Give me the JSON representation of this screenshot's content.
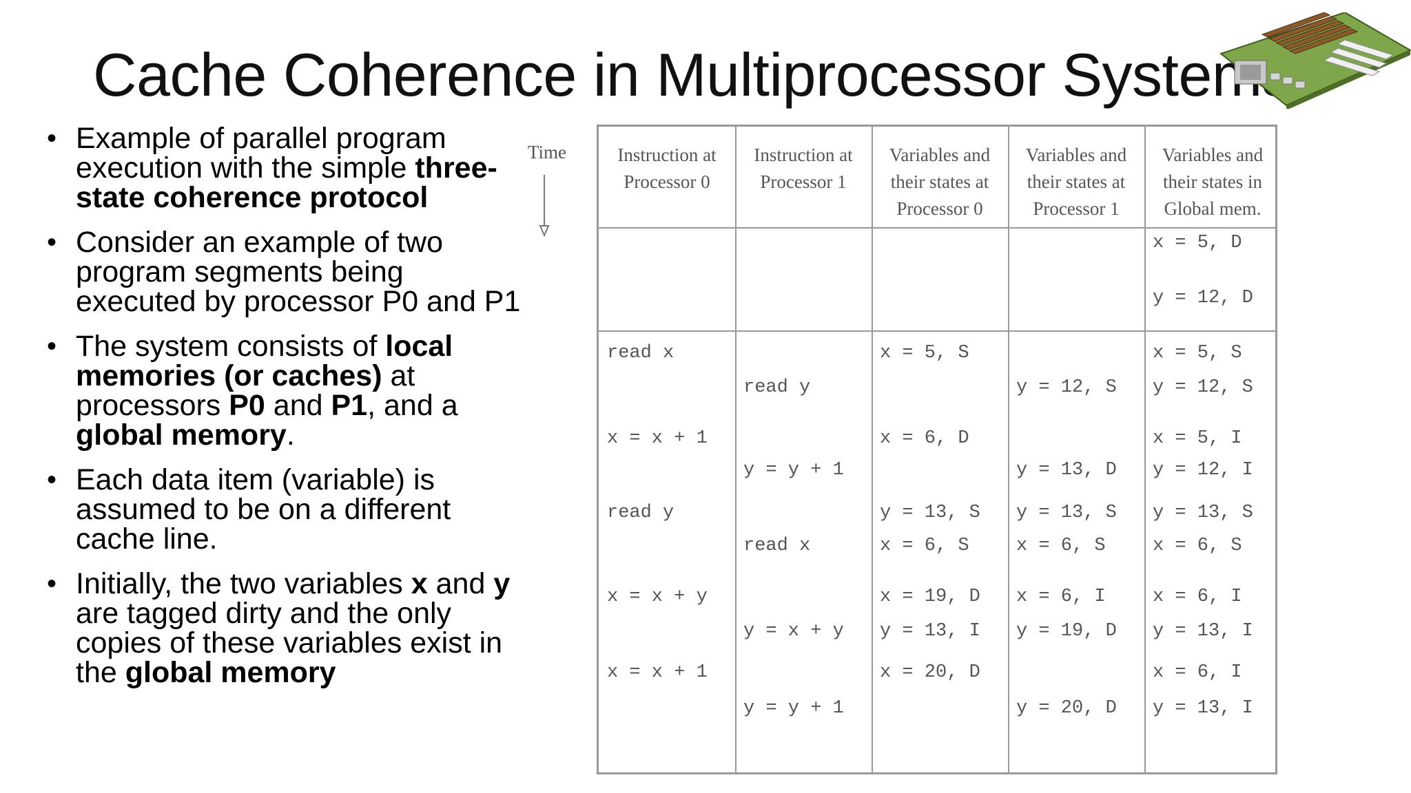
{
  "slide": {
    "title": "Cache Coherence in Multiprocessor Systems"
  },
  "bullets": [
    [
      {
        "t": "Example of parallel program execution with the simple "
      },
      {
        "t": "three-state coherence protocol",
        "b": true
      }
    ],
    [
      {
        "t": "Consider an example of two program segments being executed by processor P0 and P1"
      }
    ],
    [
      {
        "t": "The system consists of "
      },
      {
        "t": "local memories (or caches)",
        "b": true
      },
      {
        "t": " at processors "
      },
      {
        "t": "P0",
        "b": true
      },
      {
        "t": " and "
      },
      {
        "t": "P1",
        "b": true
      },
      {
        "t": ", and a "
      },
      {
        "t": "global memory",
        "b": true
      },
      {
        "t": "."
      }
    ],
    [
      {
        "t": "Each data item (variable) is assumed to be on a different cache line."
      }
    ],
    [
      {
        "t": "Initially, the two variables "
      },
      {
        "t": "x",
        "b": true
      },
      {
        "t": " and "
      },
      {
        "t": "y",
        "b": true
      },
      {
        "t": " are tagged dirty and the only copies of these variables exist in the "
      },
      {
        "t": "global memory",
        "b": true
      }
    ]
  ],
  "figure": {
    "time_label": "Time",
    "headers": [
      [
        "Instruction at",
        "Processor 0"
      ],
      [
        "Instruction at",
        "Processor 1"
      ],
      [
        "Variables and",
        "their states at",
        "Processor 0"
      ],
      [
        "Variables and",
        "their states at",
        "Processor 1"
      ],
      [
        "Variables and",
        "their states in",
        "Global mem."
      ]
    ],
    "initial": [
      "x = 5, D",
      "y = 12, D"
    ],
    "rows": [
      [
        "read x",
        "",
        "x = 5, S",
        "",
        "x = 5, S"
      ],
      [
        "",
        "read y",
        "",
        "y = 12, S",
        "y = 12, S"
      ],
      [
        "x = x + 1",
        "",
        "x = 6, D",
        "",
        "x = 5, I"
      ],
      [
        "",
        "y = y + 1",
        "",
        "y = 13, D",
        "y = 12, I"
      ],
      [
        "read y",
        "",
        "y = 13, S",
        "y = 13, S",
        "y = 13, S"
      ],
      [
        "",
        "read x",
        "x = 6, S",
        "x = 6, S",
        "x = 6, S"
      ],
      [
        "x = x + y",
        "",
        "x = 19, D",
        "x = 6, I",
        "x = 6, I"
      ],
      [
        "",
        "y = x + y",
        "y = 13, I",
        "y = 19, D",
        "y = 13, I"
      ],
      [
        "x = x + 1",
        "",
        "x = 20, D",
        "",
        "x = 6, I"
      ],
      [
        "",
        "y = y + 1",
        "",
        "y = 20, D",
        "y = 13, I"
      ]
    ]
  }
}
